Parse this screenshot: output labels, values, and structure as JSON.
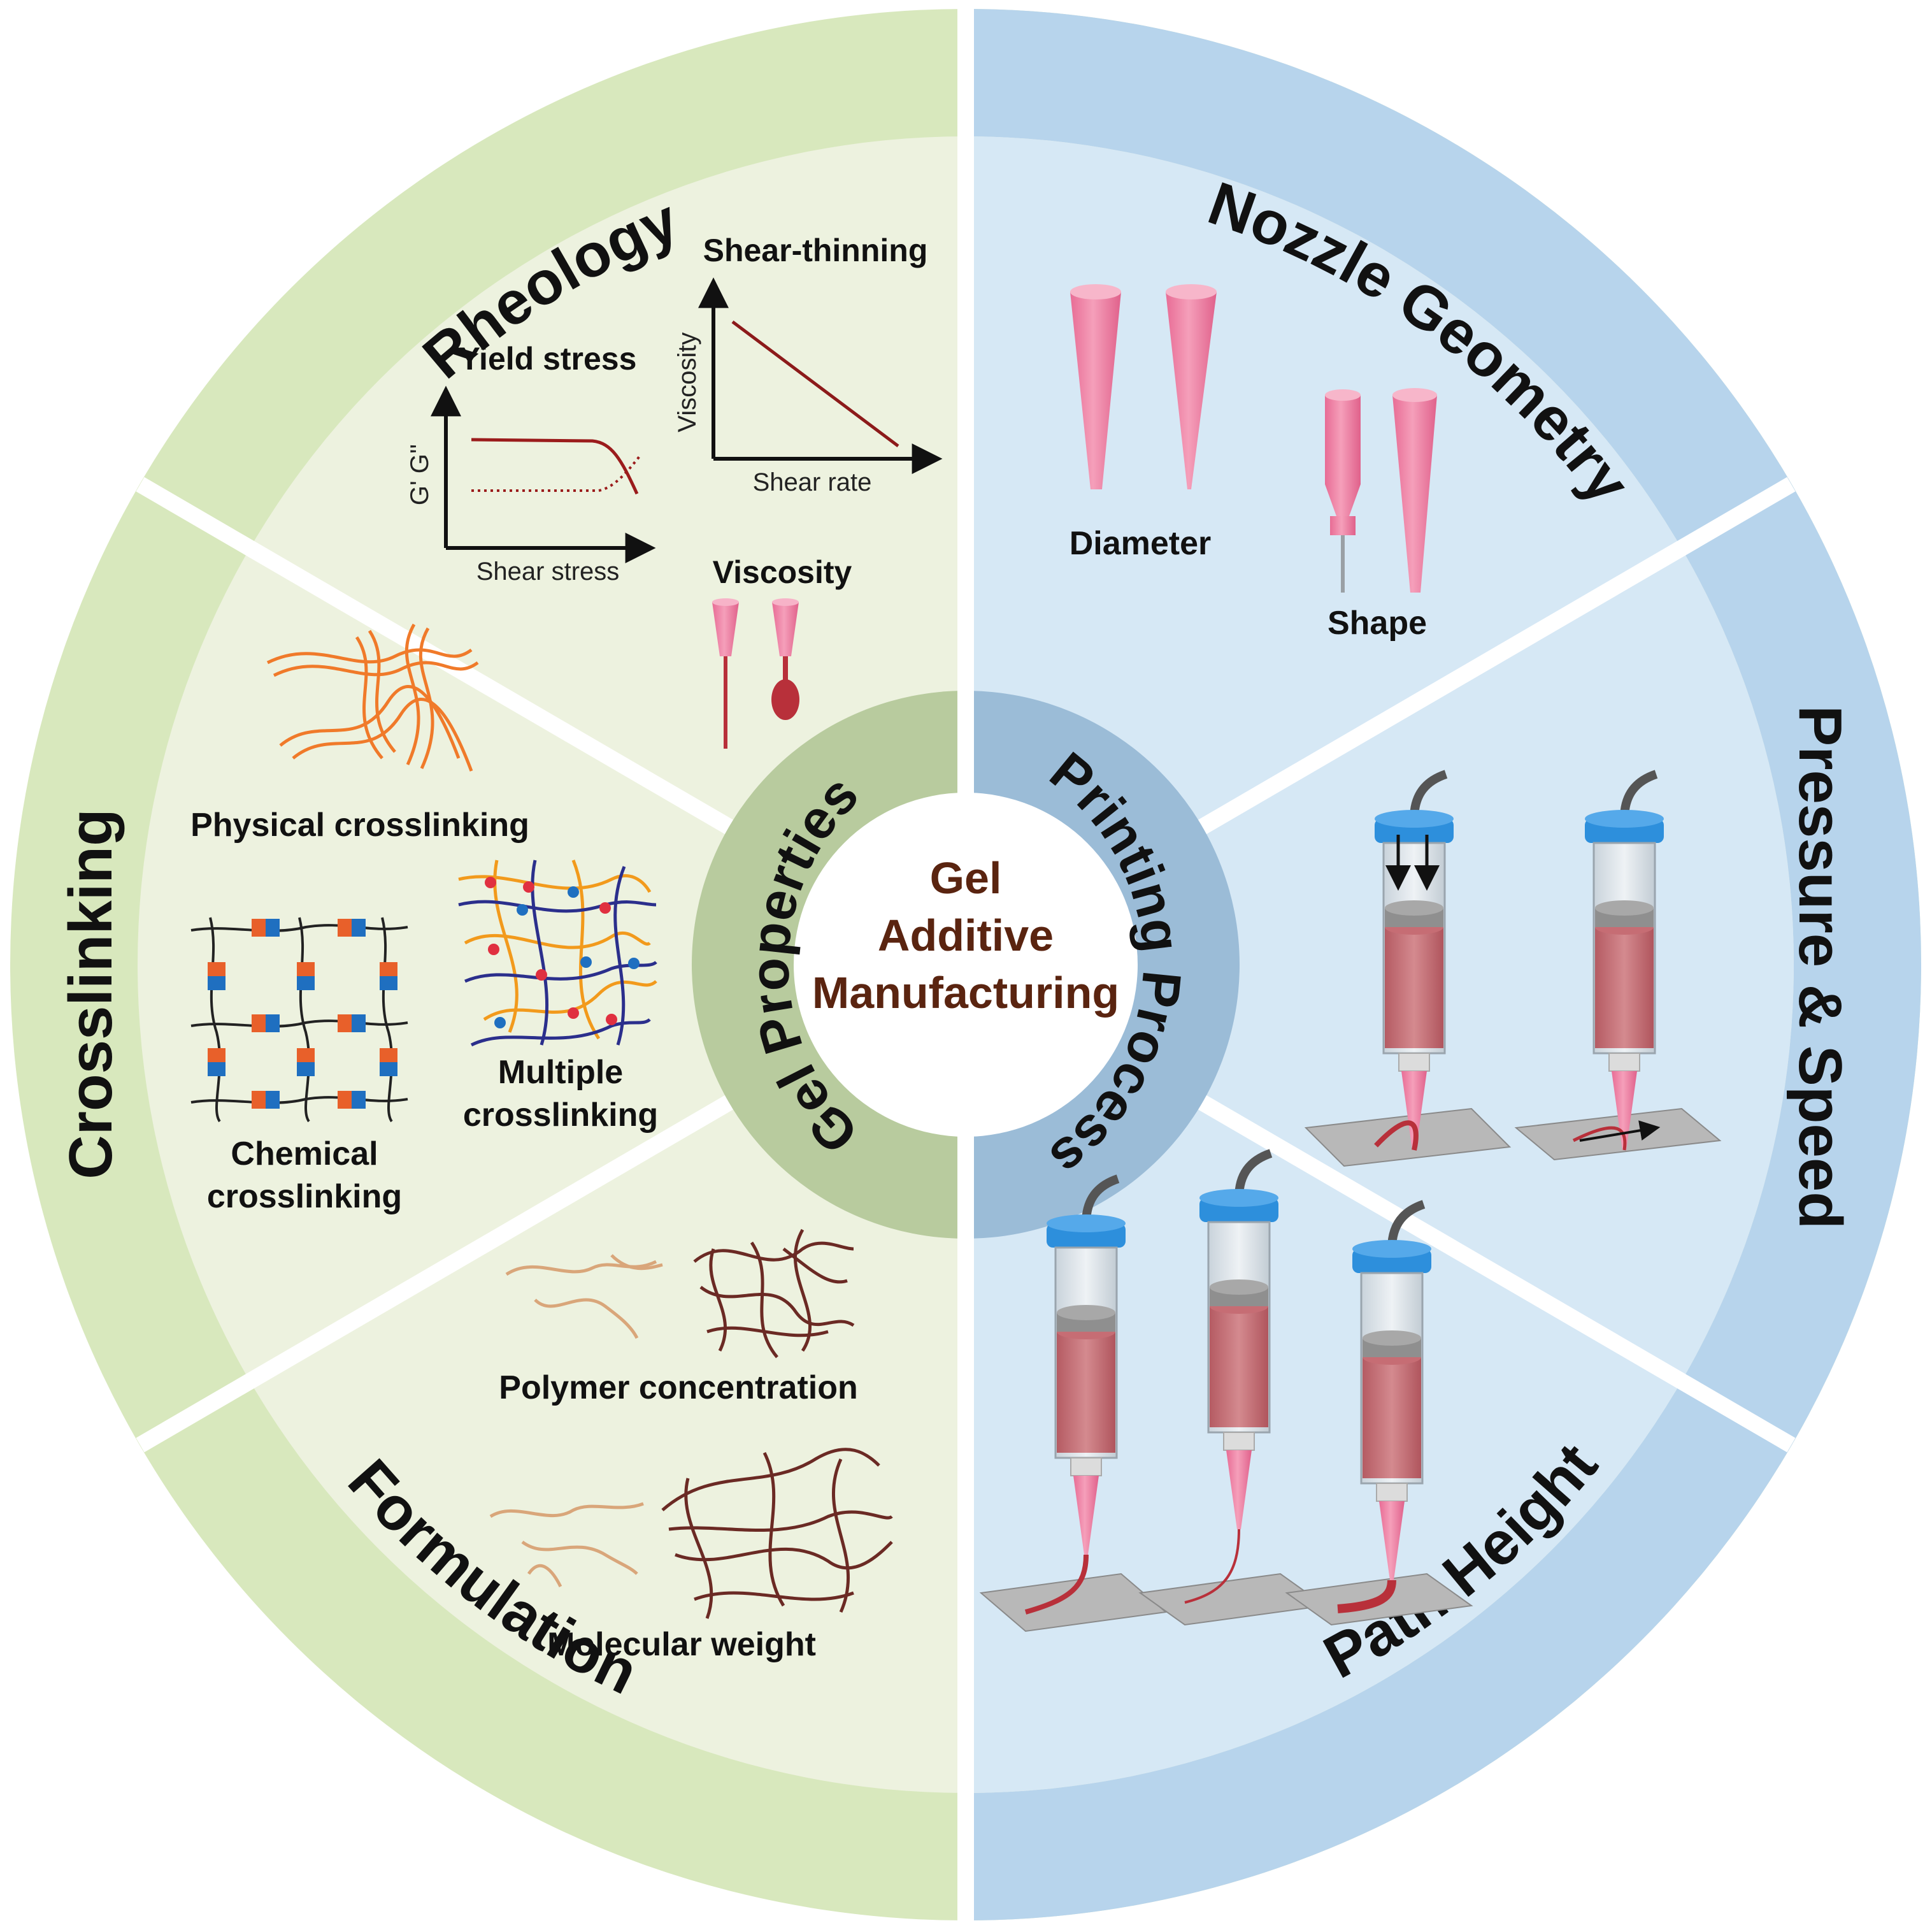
{
  "center": {
    "line1": "Gel",
    "line2": "Additive",
    "line3": "Manufacturing"
  },
  "inner_ring": {
    "left_title": "Gel Properties",
    "right_title": "Printing Process"
  },
  "outer_segments": {
    "rheology": "Rheology",
    "crosslinking": "Crosslinking",
    "formulation": "Formulation",
    "nozzle_geometry": "Nozzle Geometry",
    "pressure_speed": "Pressure & Speed",
    "path_height": "Path Height"
  },
  "rheology": {
    "yield_stress": {
      "title": "Yield stress",
      "ylabel": "G' G''",
      "xlabel": "Shear stress"
    },
    "shear_thinning": {
      "title": "Shear-thinning",
      "ylabel": "Viscosity",
      "xlabel": "Shear rate"
    },
    "viscosity": {
      "title": "Viscosity"
    }
  },
  "crosslinking": {
    "physical": "Physical crosslinking",
    "chemical_line1": "Chemical",
    "chemical_line2": "crosslinking",
    "multiple_line1": "Multiple",
    "multiple_line2": "crosslinking"
  },
  "formulation": {
    "concentration": "Polymer concentration",
    "molecular_weight": "Molecular weight"
  },
  "nozzle": {
    "diameter": "Diameter",
    "shape": "Shape"
  },
  "colors": {
    "green_outer": "#d8e8bd",
    "green_inner": "#edf2df",
    "green_ring": "#b8cb9e",
    "blue_outer": "#b7d4ec",
    "blue_inner": "#d6e8f5",
    "blue_ring": "#9bbcd7",
    "nozzle_pink": "#ee82a6",
    "gel_red": "#b5454a",
    "cap_blue": "#2d8fdc",
    "center_text": "#5a2410"
  }
}
